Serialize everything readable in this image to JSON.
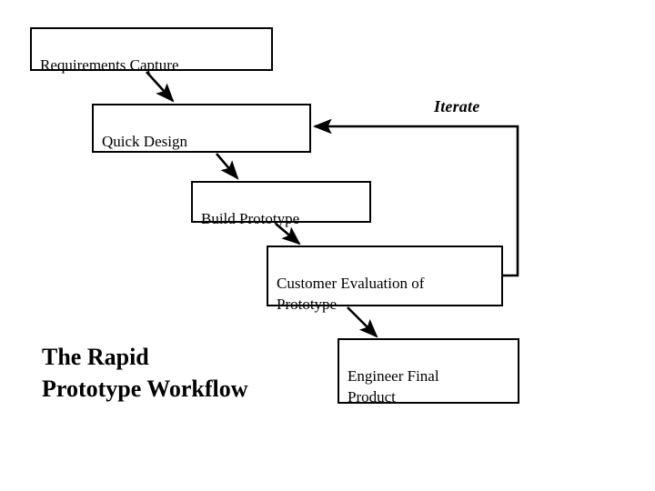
{
  "diagram": {
    "title_lines": "The Rapid\nPrototype Workflow",
    "background_color": "#ffffff",
    "stroke_color": "#000000",
    "nodes": [
      {
        "id": "requirements",
        "label": "Requirements Capture"
      },
      {
        "id": "quick_design",
        "label": "Quick Design"
      },
      {
        "id": "build_prototype",
        "label": "Build Prototype"
      },
      {
        "id": "customer_eval",
        "label": "Customer Evaluation of\nPrototype"
      },
      {
        "id": "engineer_final",
        "label": "Engineer Final\nProduct"
      }
    ],
    "edges": [
      {
        "id": "edge-requirements-to-quick-design",
        "from": "requirements",
        "to": "quick_design",
        "label": ""
      },
      {
        "id": "edge-quick-design-to-build-prototype",
        "from": "quick_design",
        "to": "build_prototype",
        "label": ""
      },
      {
        "id": "edge-build-prototype-to-customer-eval",
        "from": "build_prototype",
        "to": "customer_eval",
        "label": ""
      },
      {
        "id": "edge-customer-eval-to-engineer-final",
        "from": "customer_eval",
        "to": "engineer_final",
        "label": ""
      },
      {
        "id": "edge-feedback-loop",
        "from": "customer_eval",
        "to": "quick_design",
        "label": "Iterate"
      }
    ],
    "feedback_label": "Iterate"
  }
}
